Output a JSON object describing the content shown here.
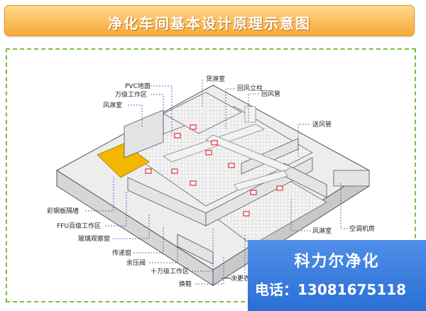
{
  "title": "净化车间基本设计原理示意图",
  "labels": {
    "pvc": "PVC地面",
    "shower1": "货淋室",
    "wan_zone": "万级工作区",
    "return_column": "回风立柱",
    "return_pipe": "回风管",
    "air_shower": "风淋室",
    "supply_pipe": "送风管",
    "steel_wall": "彩钢板隔墙",
    "ffu_zone": "FFU百级工作区",
    "glass_window": "玻璃观察窗",
    "pass_window": "传递窗",
    "relief_valve": "余压阀",
    "shiwan_zone": "十万级工作区",
    "shoe_change": "换鞋",
    "first_change": "一次更衣",
    "air_shower2": "风淋室",
    "ac_room": "空调机房"
  },
  "contact": {
    "company": "科力尔净化",
    "phone_label": "电话：",
    "phone_number": "13081675118"
  }
}
